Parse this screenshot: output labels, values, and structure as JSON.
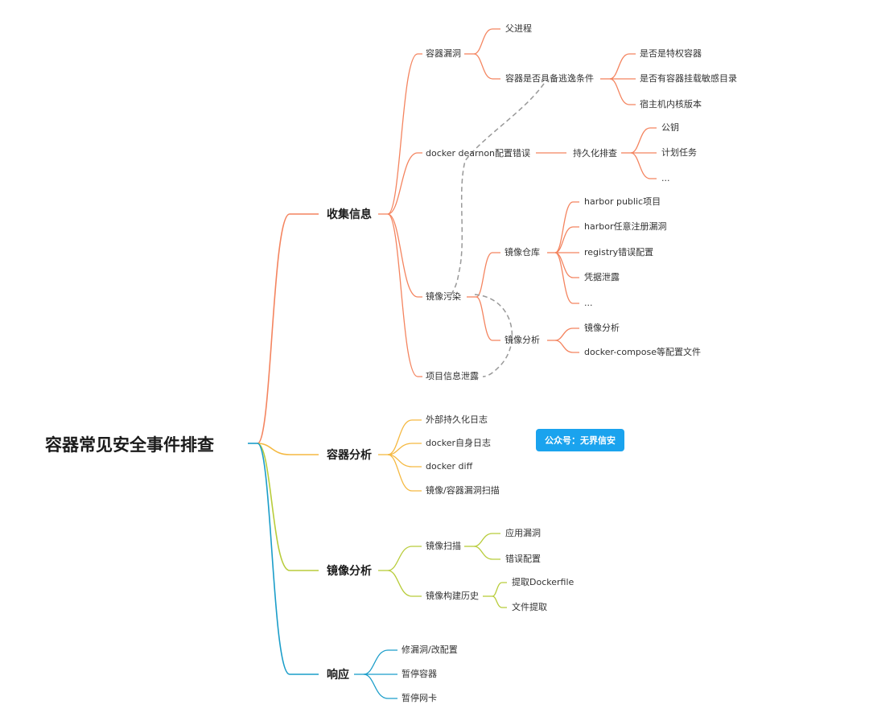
{
  "root": {
    "label": "容器常见安全事件排查"
  },
  "badge": {
    "text": "公众号：无界信安",
    "color": "#1aa3ee"
  },
  "colors": {
    "collect": "#f4845f",
    "container": "#f5b942",
    "image": "#b8cc3a",
    "response": "#1a9dc9",
    "root_link": "#1a9dc9",
    "relation": "#999999"
  },
  "branches": {
    "collect": {
      "label": "收集信息",
      "vuln": {
        "label": "容器漏洞",
        "parent_proc": "父进程",
        "escape": {
          "label": "容器是否具备逃逸条件",
          "items": [
            "是否是特权容器",
            "是否有容器挂载敏感目录",
            "宿主机内核版本"
          ]
        }
      },
      "daemon": {
        "label": "docker dearnon配置错误",
        "persist": {
          "label": "持久化排查",
          "items": [
            "公钥",
            "计划任务",
            "..."
          ]
        }
      },
      "pollution": {
        "label": "镜像污染",
        "registry": {
          "label": "镜像仓库",
          "items": [
            "harbor public项目",
            "harbor任意注册漏洞",
            "registry错误配置",
            "凭据泄露",
            "..."
          ]
        },
        "analysis": {
          "label": "镜像分析",
          "items": [
            "镜像分析",
            "docker-compose等配置文件"
          ]
        }
      },
      "leak": {
        "label": "项目信息泄露"
      }
    },
    "container": {
      "label": "容器分析",
      "items": [
        "外部持久化日志",
        "docker自身日志",
        "docker diff",
        "镜像/容器漏洞扫描"
      ]
    },
    "image": {
      "label": "镜像分析",
      "scan": {
        "label": "镜像扫描",
        "items": [
          "应用漏洞",
          "错误配置"
        ]
      },
      "history": {
        "label": "镜像构建历史",
        "items": [
          "提取Dockerfile",
          "文件提取"
        ]
      }
    },
    "response": {
      "label": "响应",
      "items": [
        "修漏洞/改配置",
        "暂停容器",
        "暂停网卡"
      ]
    }
  }
}
